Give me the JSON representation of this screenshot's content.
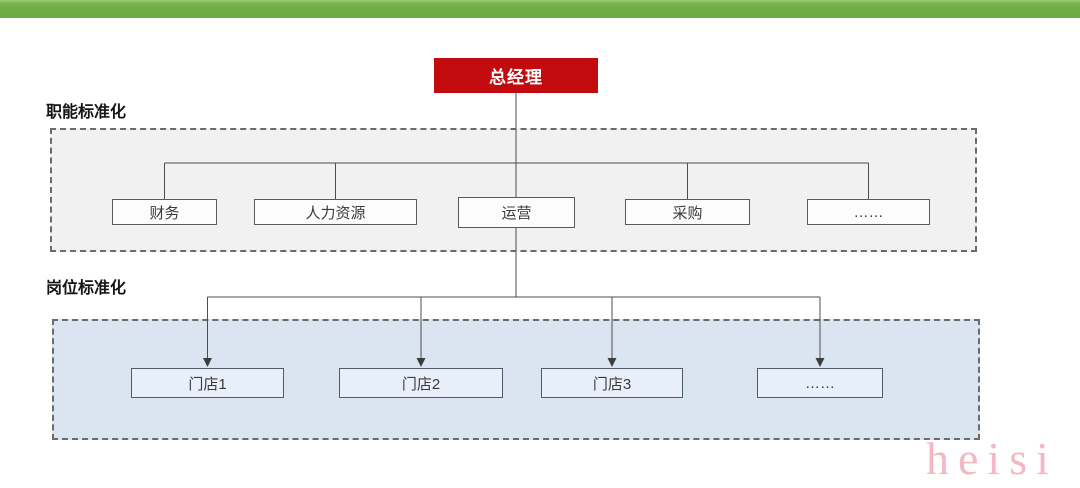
{
  "top_bar": {
    "color": "#6fae44"
  },
  "org_chart": {
    "root": {
      "label": "总经理",
      "bg_color": "#c20b0e",
      "text_color": "#ffffff"
    },
    "sections": [
      {
        "title": "职能标准化",
        "bg_color": "#f1f1f1",
        "nodes": [
          {
            "label": "财务"
          },
          {
            "label": "人力资源"
          },
          {
            "label": "运营"
          },
          {
            "label": "采购"
          },
          {
            "label": "……"
          }
        ]
      },
      {
        "title": "岗位标准化",
        "bg_color": "#dbe5f1",
        "nodes": [
          {
            "label": "门店1"
          },
          {
            "label": "门店2"
          },
          {
            "label": "门店3"
          },
          {
            "label": "……"
          }
        ]
      }
    ]
  },
  "watermark": {
    "text": "heisi",
    "color": "#f4b8c4"
  }
}
